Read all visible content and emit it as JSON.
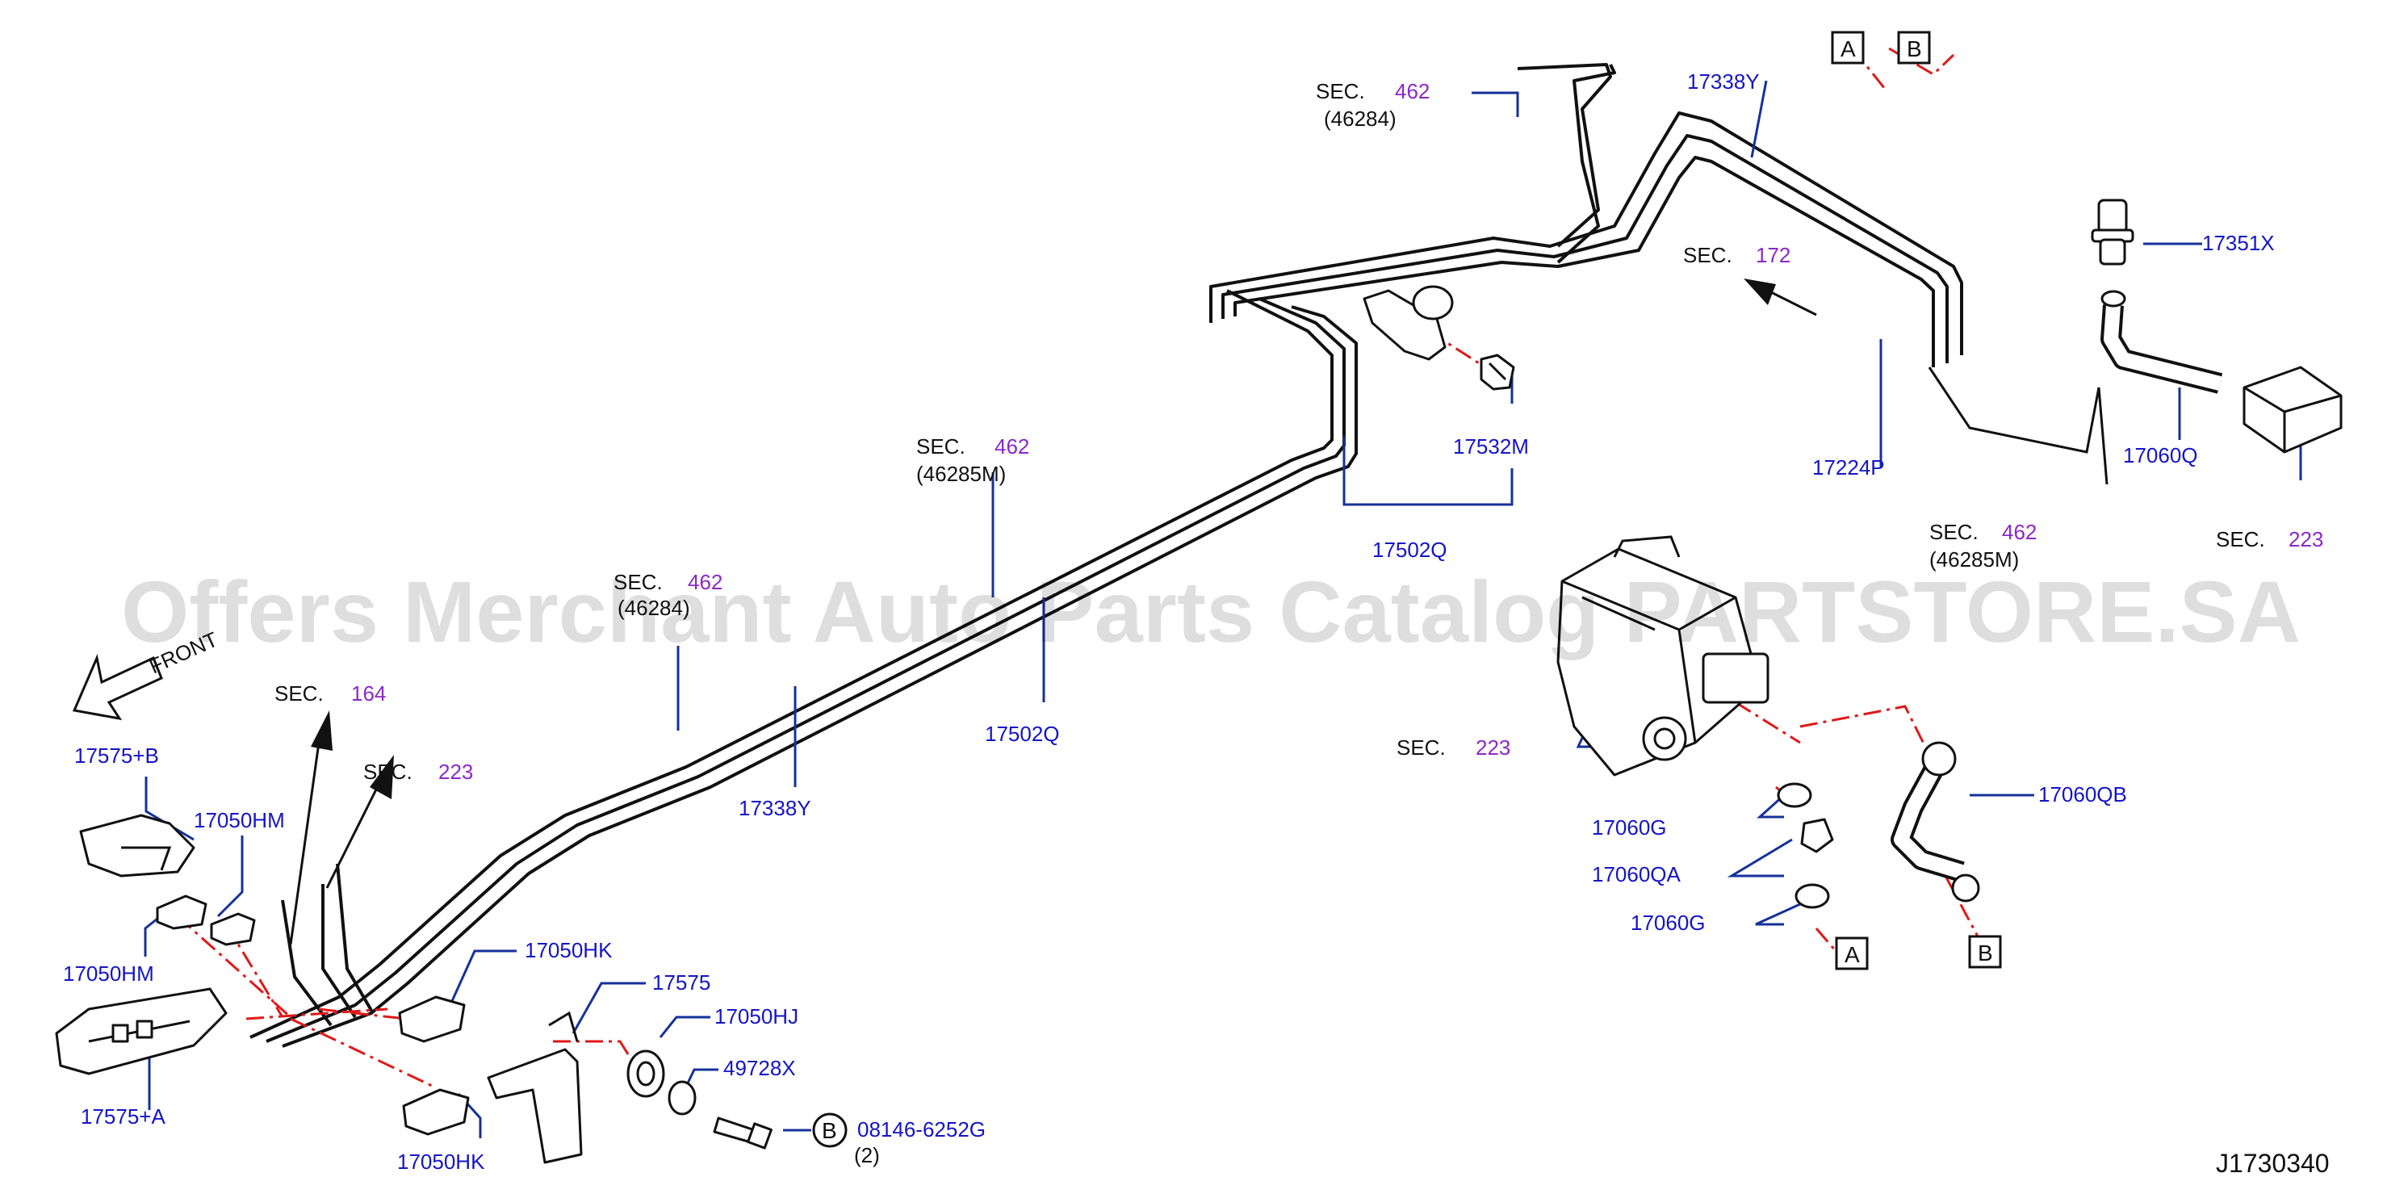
{
  "watermark": "Offers Merchant Auto Parts Catalog PARTSTORE.SA",
  "figure_id": "J1730340",
  "front_label": "FRONT",
  "colors": {
    "part_number": "#1414c8",
    "section_number": "#8c28c8",
    "leader_line": "#14329a",
    "dash_line": "#e01818"
  },
  "section_refs": [
    {
      "prefix": "SEC.",
      "num": "462",
      "sub": "(46284)"
    },
    {
      "prefix": "SEC.",
      "num": "172",
      "sub": ""
    },
    {
      "prefix": "SEC.",
      "num": "462",
      "sub": "(46285M)"
    },
    {
      "prefix": "SEC.",
      "num": "223",
      "sub": ""
    },
    {
      "prefix": "SEC.",
      "num": "462",
      "sub": "(46285M)"
    },
    {
      "prefix": "SEC.",
      "num": "462",
      "sub": "(46284)"
    },
    {
      "prefix": "SEC.",
      "num": "164",
      "sub": ""
    },
    {
      "prefix": "SEC.",
      "num": "223",
      "sub": ""
    },
    {
      "prefix": "SEC.",
      "num": "223",
      "sub": ""
    }
  ],
  "part_labels": [
    "17338Y",
    "17351X",
    "17224P",
    "17060Q",
    "17532M",
    "17502Q",
    "17502Q",
    "17338Y",
    "17575+B",
    "17050HM",
    "17050HM",
    "17575+A",
    "17050HK",
    "17050HK",
    "17575",
    "17050HJ",
    "49728X",
    "08146-6252G",
    "17060QB",
    "17060G",
    "17060QA",
    "17060G"
  ],
  "bolt_circle_ref": "B",
  "bolt_qty": "(2)",
  "connector_labels": [
    "A",
    "B",
    "A",
    "B"
  ]
}
